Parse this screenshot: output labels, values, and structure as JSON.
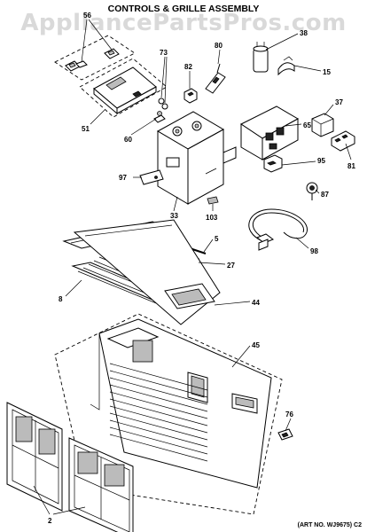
{
  "watermark": "AppliancePartsPros.com",
  "title": "CONTROLS & GRILLE ASSEMBLY",
  "art_number": "(ART NO. WJ9675) C2",
  "callouts": {
    "c56": "56",
    "c73": "73",
    "c82": "82",
    "c80": "80",
    "c38": "38",
    "c15": "15",
    "c51": "51",
    "c60": "60",
    "c65": "65",
    "c37": "37",
    "c95": "95",
    "c81": "81",
    "c97": "97",
    "c33": "33",
    "c103": "103",
    "c87": "87",
    "c5": "5",
    "c27": "27",
    "c98": "98",
    "c8": "8",
    "c44": "44",
    "c45": "45",
    "c76": "76",
    "c2": "2"
  }
}
